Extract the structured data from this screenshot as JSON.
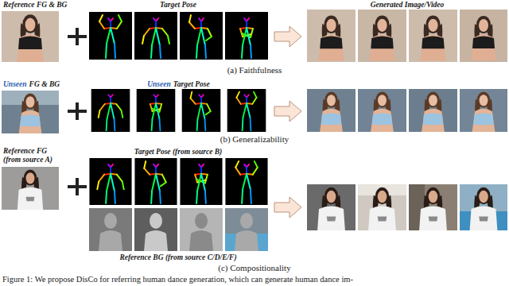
{
  "diagram": {
    "caption": "Figure 1: We propose DisCo for referring human dance generation, which can generate human dance im-",
    "labels": [
      "Reference FG & BG",
      "Target Pose",
      "Generated Image/Video",
      "(a) Faithfulness",
      "Unseen",
      "FG & BG",
      "Unseen",
      "Target Pose",
      "(b) Generalizability",
      "Reference FG",
      "(from source A)",
      "Target Pose (from source B)",
      "Reference BG (from source C/D/E/F)",
      "(c) Compositionality"
    ]
  }
}
